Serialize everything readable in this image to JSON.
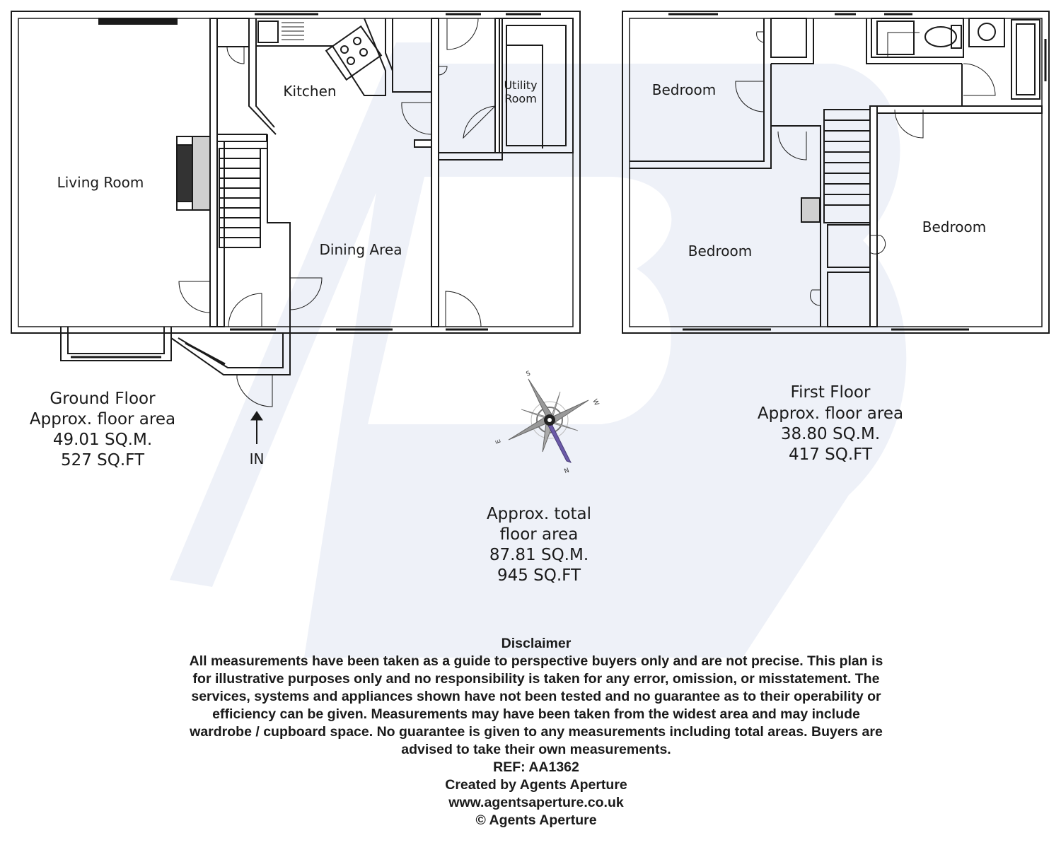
{
  "rooms": {
    "living_room": "Living Room",
    "kitchen": "Kitchen",
    "dining_area": "Dining Area",
    "utility_line1": "Utility",
    "utility_line2": "Room",
    "bedroom_1": "Bedroom",
    "bedroom_2": "Bedroom",
    "bedroom_3": "Bedroom"
  },
  "entrance_label": "IN",
  "ground_floor": {
    "name": "Ground Floor",
    "area_label": "Approx. floor area",
    "sqm": "49.01 SQ.M.",
    "sqft": "527 SQ.FT"
  },
  "first_floor": {
    "name": "First Floor",
    "area_label": "Approx. floor area",
    "sqm": "38.80 SQ.M.",
    "sqft": "417 SQ.FT"
  },
  "total": {
    "line1": "Approx. total",
    "line2": "floor area",
    "sqm": "87.81 SQ.M.",
    "sqft": "945 SQ.FT"
  },
  "compass": {
    "n": "N",
    "s": "S",
    "e": "E",
    "w": "W",
    "needle_color": "#6b5aa8"
  },
  "disclaimer": {
    "title": "Disclaimer",
    "line1": "All measurements have been taken as a guide to perspective buyers only and are not precise. This plan is",
    "line2": "for illustrative purposes only and no responsibility is taken for any error, omission, or misstatement. The",
    "line3": "services, systems and appliances shown have not been tested and no guarantee as to their operability or",
    "line4": "efficiency can be given. Measurements may have been taken from the widest area and may include",
    "line5": "wardrobe / cupboard space. No guarantee is given to any measurements including total areas. Buyers are",
    "line6": "advised to take their own measurements.",
    "ref": "REF: AA1362",
    "created_by": "Created by Agents Aperture",
    "website": "www.agentsaperture.co.uk",
    "copyright": "© Agents Aperture"
  },
  "colors": {
    "wall": "#1a1a1a",
    "watermark": "#eef1f8",
    "fireplace": "#cfcfcf"
  }
}
